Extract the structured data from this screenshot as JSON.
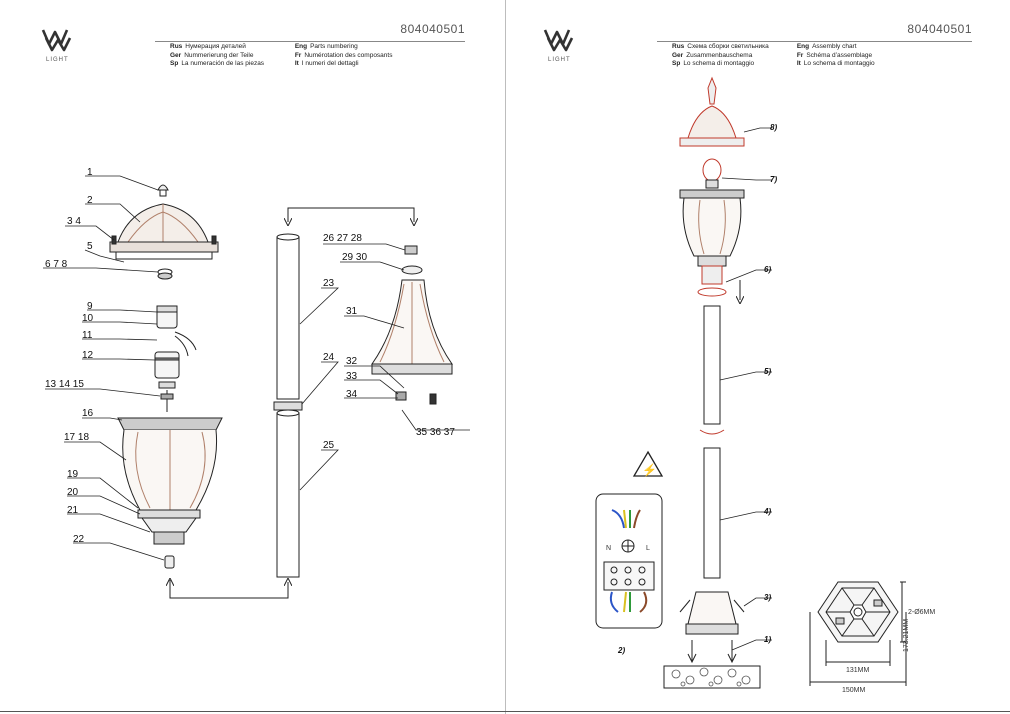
{
  "brand": {
    "logo_text": "LIGHT"
  },
  "left_page": {
    "product_code": "804040501",
    "languages": [
      [
        {
          "code": "Rus",
          "text": "Нумерация деталей"
        },
        {
          "code": "Eng",
          "text": "Parts numbering"
        }
      ],
      [
        {
          "code": "Ger",
          "text": "Nummerierung der Teile"
        },
        {
          "code": "Fr",
          "text": "Numérotation des composants"
        }
      ],
      [
        {
          "code": "Sp",
          "text": "La numeración de las piezas"
        },
        {
          "code": "It",
          "text": "I numeri del dettagli"
        }
      ]
    ],
    "part_labels": [
      "1",
      "2",
      "3 4",
      "5",
      "6 7 8",
      "9",
      "10",
      "11",
      "12",
      "13 14 15",
      "16",
      "17 18",
      "19",
      "20",
      "21",
      "22",
      "23",
      "24",
      "25",
      "26 27 28",
      "29 30",
      "31",
      "32",
      "33",
      "34",
      "35 36 37"
    ]
  },
  "right_page": {
    "product_code": "804040501",
    "languages": [
      [
        {
          "code": "Rus",
          "text": "Схема сборки светильника"
        },
        {
          "code": "Eng",
          "text": "Assembly chart"
        }
      ],
      [
        {
          "code": "Ger",
          "text": "Zusammenbauschema"
        },
        {
          "code": "Fr",
          "text": "Schéma d’assemblage"
        }
      ],
      [
        {
          "code": "Sp",
          "text": "Lo schema di montaggio"
        },
        {
          "code": "It",
          "text": "Lo schema di montaggio"
        }
      ]
    ],
    "step_labels": [
      "8)",
      "7)",
      "6)",
      "5)",
      "4)",
      "3)",
      "2)",
      "1)"
    ],
    "wiring_symbols": [
      "N",
      "L"
    ],
    "dimensions": [
      "2-Ø6MM",
      "173.21MM",
      "131MM",
      "150MM"
    ],
    "warning_symbol": "⚡"
  },
  "colors": {
    "line": "#222222",
    "accent_red": "#c0392b",
    "copper": "#b0806a",
    "wire_blue": "#2b55c8",
    "wire_yellow": "#d9c020",
    "wire_green": "#2e9a3a",
    "wire_brown": "#8b4a2a"
  }
}
